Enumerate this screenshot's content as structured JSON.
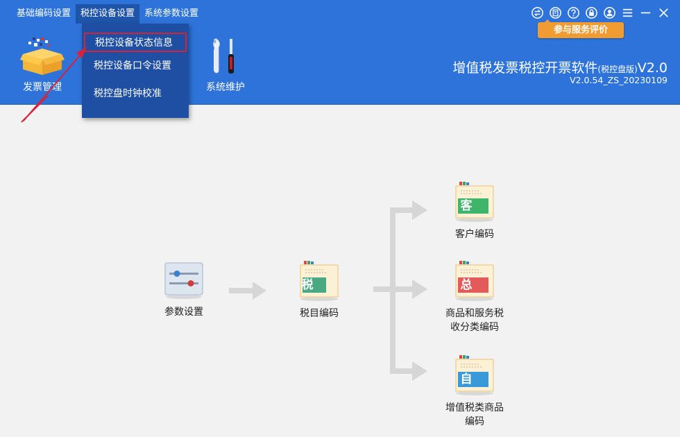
{
  "menubar": {
    "items": [
      "基础编码设置",
      "税控设备设置",
      "系统参数设置"
    ]
  },
  "dropdown": {
    "items": [
      "税控设备状态信息",
      "税控设备口令设置",
      "税控盘时钟校准"
    ]
  },
  "toolbar": {
    "invoice_label": "发票管理",
    "maintenance_label": "系统维护"
  },
  "titlebar": {
    "eval_label": "参与服务评价",
    "icons": [
      "switch-icon",
      "note-icon",
      "help-icon",
      "lock-icon",
      "user-icon",
      "menu-icon",
      "minimize-icon",
      "close-icon"
    ]
  },
  "app": {
    "title": "增值税发票税控开票软件",
    "edition": "(税控盘版)",
    "title_suffix": "V2.0",
    "version": "V2.0.54_ZS_20230109"
  },
  "flow": {
    "params_label": "参数设置",
    "tax_item_label": "税目编码",
    "tax_item_char": "税",
    "customer_label": "客户编码",
    "customer_char": "客",
    "goods_label": "商品和服务税\n收分类编码",
    "goods_char": "总",
    "vat_goods_label": "增值税类商品\n编码",
    "vat_goods_char": "自"
  },
  "colors": {
    "header_blue": "#2d73d9",
    "dropdown_blue": "#1f4fa3",
    "eval_orange": "#f19b33",
    "highlight_red": "#d6233a",
    "customer_green": "#3fb56b",
    "goods_red": "#e25a5a",
    "vat_blue": "#3a9ad9",
    "tax_green": "#4aa982"
  }
}
